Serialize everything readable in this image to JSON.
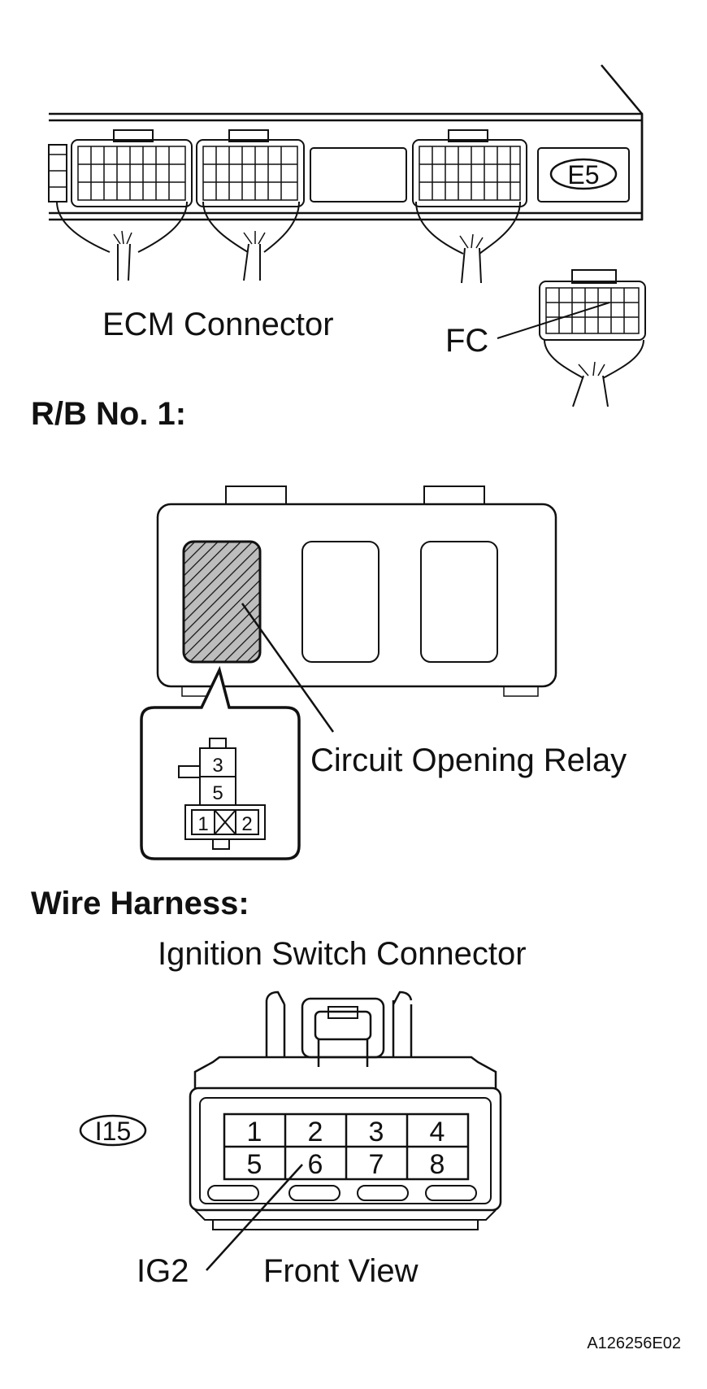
{
  "ecm": {
    "connector_label": "ECM Connector",
    "code_badge": "E5",
    "fc_label": "FC"
  },
  "relay_block": {
    "heading": "R/B No. 1:",
    "relay_label": "Circuit Opening Relay",
    "pins": [
      "3",
      "5",
      "1",
      "2"
    ]
  },
  "wire_harness": {
    "heading": "Wire Harness:",
    "connector_title": "Ignition Switch Connector",
    "code_badge": "I15",
    "pins": [
      "1",
      "2",
      "3",
      "4",
      "5",
      "6",
      "7",
      "8"
    ],
    "ig2_label": "IG2",
    "view_label": "Front View"
  },
  "figure_code": "A126256E02",
  "colors": {
    "ink": "#111111",
    "background": "#ffffff"
  }
}
